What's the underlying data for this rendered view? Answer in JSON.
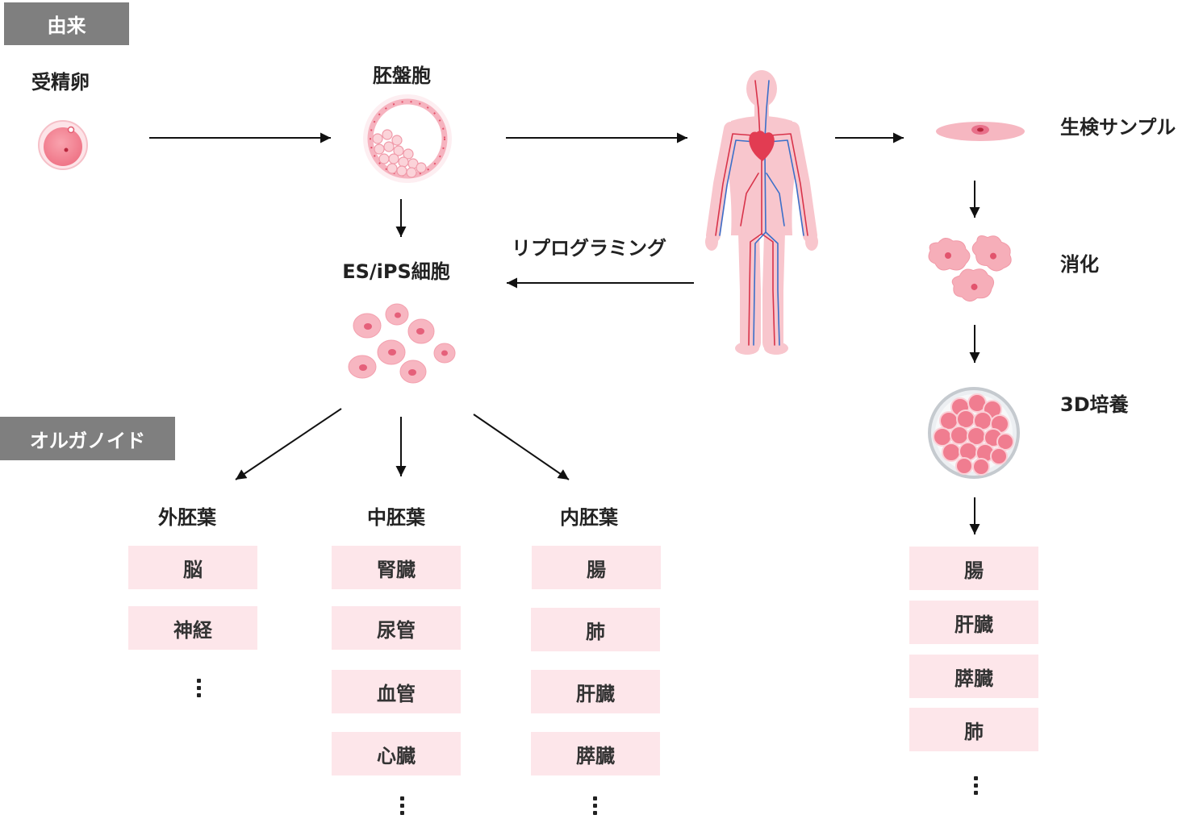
{
  "section_labels": {
    "origin": "由来",
    "organoid": "オルガノイド"
  },
  "origin_path": {
    "fertilized_egg": "受精卵",
    "blastocyst": "胚盤胞",
    "stem_cells": "ES/iPS細胞",
    "reprogramming": "リプログラミング"
  },
  "adult_path": {
    "biopsy": "生検サンプル",
    "digestion": "消化",
    "culture": "3D培養",
    "organs": [
      "腸",
      "肝臓",
      "膵臓",
      "肺"
    ]
  },
  "germ_layers": [
    {
      "name": "外胚葉",
      "organs": [
        "脳",
        "神経"
      ]
    },
    {
      "name": "中胚葉",
      "organs": [
        "腎臓",
        "尿管",
        "血管",
        "心臓"
      ]
    },
    {
      "name": "内胚葉",
      "organs": [
        "腸",
        "肺",
        "肝臓",
        "膵臓"
      ]
    }
  ],
  "colors": {
    "tag_background": "#7f7f7f",
    "organ_box": "#fde6ea",
    "cell_pink": "#f5aab5",
    "artery": "#d8334a",
    "vein": "#3b6fc9",
    "arrow": "#111111"
  }
}
